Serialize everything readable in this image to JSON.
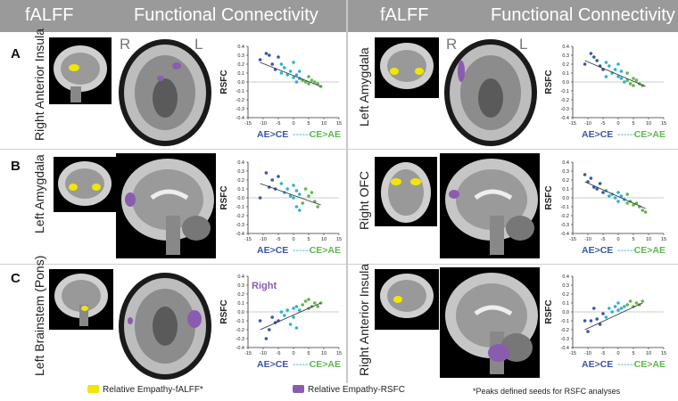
{
  "headers": {
    "left_falff": "fALFF",
    "left_fc": "Functional Connectivity",
    "right_falff": "fALFF",
    "right_fc": "Functional Connectivity"
  },
  "rows": [
    {
      "letter": "A",
      "left_label": "Right Anterior Insula",
      "right_label": "Left Amygdala"
    },
    {
      "letter": "B",
      "left_label": "Left Amygdala",
      "right_label": "Right OFC"
    },
    {
      "letter": "C",
      "left_label": "Left Brainstem (Pons)",
      "right_label": "Right Anterior Insula"
    }
  ],
  "orientation": {
    "r": "R",
    "l": "L"
  },
  "legend": {
    "falff": "Relative Empathy-fALFF*",
    "rsfc": "Relative Empathy-RSFC",
    "note": "*Peaks defined seeds for RSFC analyses"
  },
  "colors": {
    "header_bg": "#9a9a9a",
    "yellow": "#f2e600",
    "purple": "#8a5cb0",
    "ae": "#3a55a8",
    "mid": "#2eb0d6",
    "ce": "#5cb84c"
  },
  "chart_data": [
    {
      "type": "scatter",
      "panel": "A-left",
      "ylabel": "RSFC",
      "xlabel_left": "AE>CE",
      "xlabel_right": "CE>AE",
      "xlabel_sep": "------",
      "xlim": [
        -15,
        15
      ],
      "ylim": [
        -0.4,
        0.4
      ],
      "xticks": [
        -15,
        -10,
        -5,
        0,
        5,
        10,
        15
      ],
      "yticks": [
        0.4,
        0.3,
        0.2,
        0.1,
        0.0,
        -0.1,
        -0.2,
        -0.3,
        -0.4
      ],
      "annotation": "",
      "points": [
        [
          -11,
          0.25
        ],
        [
          -9,
          0.32
        ],
        [
          -8,
          0.3
        ],
        [
          -7,
          0.2
        ],
        [
          -6,
          0.14
        ],
        [
          -5,
          0.28
        ],
        [
          -4,
          0.2
        ],
        [
          -4,
          0.1
        ],
        [
          -3,
          0.16
        ],
        [
          -2,
          0.08
        ],
        [
          -1,
          0.12
        ],
        [
          0,
          0.05
        ],
        [
          0,
          0.22
        ],
        [
          1,
          0.08
        ],
        [
          1,
          0.0
        ],
        [
          2,
          0.04
        ],
        [
          2,
          0.12
        ],
        [
          3,
          0.02
        ],
        [
          4,
          0.0
        ],
        [
          5,
          0.06
        ],
        [
          5,
          -0.02
        ],
        [
          6,
          0.02
        ],
        [
          7,
          0.0
        ],
        [
          8,
          -0.02
        ],
        [
          9,
          -0.05
        ]
      ],
      "fit": [
        [
          -11,
          0.22
        ],
        [
          9,
          -0.05
        ]
      ]
    },
    {
      "type": "scatter",
      "panel": "A-right",
      "ylabel": "RSFC",
      "xlabel_left": "AE>CE",
      "xlabel_right": "CE>AE",
      "xlabel_sep": "------",
      "xlim": [
        -15,
        15
      ],
      "ylim": [
        -0.4,
        0.4
      ],
      "xticks": [
        -15,
        -10,
        -5,
        0,
        5,
        10,
        15
      ],
      "yticks": [
        0.4,
        0.3,
        0.2,
        0.1,
        0.0,
        -0.1,
        -0.2,
        -0.3,
        -0.4
      ],
      "annotation": "",
      "points": [
        [
          -11,
          0.2
        ],
        [
          -9,
          0.32
        ],
        [
          -8,
          0.28
        ],
        [
          -7,
          0.24
        ],
        [
          -6,
          0.18
        ],
        [
          -5,
          0.14
        ],
        [
          -4,
          0.22
        ],
        [
          -4,
          0.06
        ],
        [
          -3,
          0.18
        ],
        [
          -2,
          0.1
        ],
        [
          -1,
          0.14
        ],
        [
          0,
          0.06
        ],
        [
          0,
          0.2
        ],
        [
          1,
          0.04
        ],
        [
          1,
          0.12
        ],
        [
          2,
          0.0
        ],
        [
          3,
          0.1
        ],
        [
          3,
          0.02
        ],
        [
          4,
          -0.02
        ],
        [
          5,
          0.04
        ],
        [
          5,
          -0.04
        ],
        [
          6,
          0.02
        ],
        [
          7,
          -0.02
        ],
        [
          8,
          -0.04
        ]
      ],
      "fit": [
        [
          -11,
          0.24
        ],
        [
          9,
          -0.05
        ]
      ]
    },
    {
      "type": "scatter",
      "panel": "B-left",
      "ylabel": "RSFC",
      "xlabel_left": "AE>CE",
      "xlabel_right": "CE>AE",
      "xlabel_sep": "------",
      "xlim": [
        -15,
        15
      ],
      "ylim": [
        -0.4,
        0.4
      ],
      "xticks": [
        -15,
        -10,
        -5,
        0,
        5,
        10,
        15
      ],
      "yticks": [
        0.4,
        0.3,
        0.2,
        0.1,
        0.0,
        -0.1,
        -0.2,
        -0.3,
        -0.4
      ],
      "annotation": "",
      "points": [
        [
          -11,
          0.0
        ],
        [
          -9,
          0.28
        ],
        [
          -8,
          0.12
        ],
        [
          -7,
          0.2
        ],
        [
          -6,
          0.1
        ],
        [
          -5,
          0.24
        ],
        [
          -4,
          0.16
        ],
        [
          -3,
          0.06
        ],
        [
          -2,
          0.1
        ],
        [
          -1,
          0.02
        ],
        [
          0,
          0.0
        ],
        [
          0,
          0.14
        ],
        [
          1,
          -0.1
        ],
        [
          1,
          0.08
        ],
        [
          2,
          0.04
        ],
        [
          2,
          -0.14
        ],
        [
          3,
          -0.06
        ],
        [
          4,
          0.1
        ],
        [
          5,
          0.02
        ],
        [
          6,
          0.06
        ],
        [
          7,
          -0.04
        ],
        [
          8,
          -0.1
        ]
      ],
      "fit": [
        [
          -11,
          0.16
        ],
        [
          9,
          -0.08
        ]
      ]
    },
    {
      "type": "scatter",
      "panel": "B-right",
      "ylabel": "RSFC",
      "xlabel_left": "AE>CE",
      "xlabel_right": "CE>AE",
      "xlabel_sep": "------",
      "xlim": [
        -15,
        15
      ],
      "ylim": [
        -0.4,
        0.4
      ],
      "xticks": [
        -15,
        -10,
        -5,
        0,
        5,
        10,
        15
      ],
      "yticks": [
        0.4,
        0.3,
        0.2,
        0.1,
        0.0,
        -0.1,
        -0.2,
        -0.3,
        -0.4
      ],
      "annotation": "",
      "points": [
        [
          -11,
          0.26
        ],
        [
          -10,
          0.18
        ],
        [
          -9,
          0.22
        ],
        [
          -8,
          0.12
        ],
        [
          -7,
          0.1
        ],
        [
          -6,
          0.16
        ],
        [
          -5,
          0.06
        ],
        [
          -4,
          0.08
        ],
        [
          -3,
          0.02
        ],
        [
          -2,
          0.04
        ],
        [
          -1,
          0.0
        ],
        [
          0,
          0.06
        ],
        [
          0,
          -0.04
        ],
        [
          1,
          0.02
        ],
        [
          2,
          -0.02
        ],
        [
          3,
          0.04
        ],
        [
          3,
          -0.06
        ],
        [
          4,
          -0.04
        ],
        [
          5,
          -0.08
        ],
        [
          6,
          -0.06
        ],
        [
          7,
          -0.1
        ],
        [
          8,
          -0.14
        ],
        [
          9,
          -0.16
        ]
      ],
      "fit": [
        [
          -11,
          0.18
        ],
        [
          9,
          -0.12
        ]
      ]
    },
    {
      "type": "scatter",
      "panel": "C-left",
      "ylabel": "RSFC",
      "xlabel_left": "AE>CE",
      "xlabel_right": "CE>AE",
      "xlabel_sep": "------",
      "xlim": [
        -15,
        15
      ],
      "ylim": [
        -0.4,
        0.4
      ],
      "xticks": [
        -15,
        -10,
        -5,
        0,
        5,
        10,
        15
      ],
      "yticks": [
        0.4,
        0.3,
        0.2,
        0.1,
        0.0,
        -0.1,
        -0.2,
        -0.3,
        -0.4
      ],
      "annotation": "Right",
      "points": [
        [
          -11,
          -0.1
        ],
        [
          -9,
          -0.3
        ],
        [
          -8,
          -0.2
        ],
        [
          -7,
          -0.06
        ],
        [
          -6,
          -0.12
        ],
        [
          -5,
          -0.1
        ],
        [
          -4,
          0.0
        ],
        [
          -3,
          -0.04
        ],
        [
          -2,
          0.02
        ],
        [
          -1,
          -0.14
        ],
        [
          0,
          0.04
        ],
        [
          0,
          -0.06
        ],
        [
          1,
          0.06
        ],
        [
          1,
          -0.18
        ],
        [
          2,
          0.02
        ],
        [
          3,
          0.08
        ],
        [
          4,
          0.12
        ],
        [
          5,
          0.04
        ],
        [
          5,
          0.14
        ],
        [
          6,
          0.06
        ],
        [
          7,
          0.1
        ],
        [
          8,
          0.06
        ],
        [
          9,
          0.1
        ]
      ],
      "fit": [
        [
          -11,
          -0.2
        ],
        [
          9,
          0.1
        ]
      ]
    },
    {
      "type": "scatter",
      "panel": "C-right",
      "ylabel": "RSFC",
      "xlabel_left": "AE>CE",
      "xlabel_right": "CE>AE",
      "xlabel_sep": "------",
      "xlim": [
        -15,
        15
      ],
      "ylim": [
        -0.4,
        0.4
      ],
      "xticks": [
        -15,
        -10,
        -5,
        0,
        5,
        10,
        15
      ],
      "yticks": [
        0.4,
        0.3,
        0.2,
        0.1,
        0.0,
        -0.1,
        -0.2,
        -0.3,
        -0.4
      ],
      "annotation": "",
      "points": [
        [
          -11,
          -0.1
        ],
        [
          -10,
          -0.22
        ],
        [
          -9,
          -0.1
        ],
        [
          -8,
          0.04
        ],
        [
          -7,
          -0.08
        ],
        [
          -6,
          -0.14
        ],
        [
          -5,
          -0.02
        ],
        [
          -4,
          -0.06
        ],
        [
          -3,
          0.04
        ],
        [
          -2,
          0.0
        ],
        [
          -1,
          0.06
        ],
        [
          0,
          0.02
        ],
        [
          0,
          0.1
        ],
        [
          1,
          0.04
        ],
        [
          2,
          0.06
        ],
        [
          3,
          0.08
        ],
        [
          4,
          0.12
        ],
        [
          5,
          0.06
        ],
        [
          6,
          0.1
        ],
        [
          7,
          0.08
        ],
        [
          8,
          0.12
        ]
      ],
      "fit": [
        [
          -11,
          -0.2
        ],
        [
          8,
          0.1
        ]
      ]
    }
  ]
}
